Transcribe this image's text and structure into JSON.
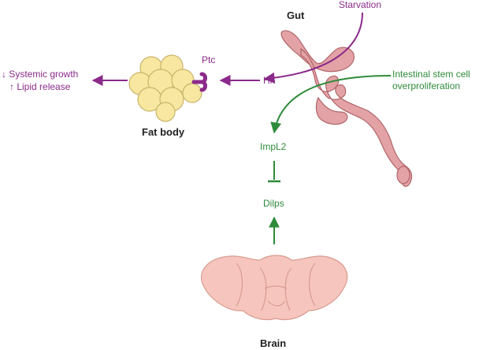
{
  "colors": {
    "purple": "#8b2a8b",
    "green": "#2e8b3a",
    "gut_fill": "#e3a3a6",
    "gut_stroke": "#b06468",
    "fat_fill": "#f7e7a0",
    "fat_stroke": "#c9b56a",
    "brain_fill": "#f6c5bd",
    "brain_stroke": "#d89b91",
    "text_dark": "#222222"
  },
  "labels": {
    "gut": "Gut",
    "starvation": "Starvation",
    "ptc": "Ptc",
    "hh": "Hh",
    "systemic_growth": "↓ Systemic growth",
    "lipid_release": "↑ Lipid release",
    "fat_body": "Fat body",
    "isc_line1": "Intestinal stem cell",
    "isc_line2": "overproliferation",
    "impl2": "ImpL2",
    "dilps": "Dilps",
    "brain": "Brain"
  }
}
